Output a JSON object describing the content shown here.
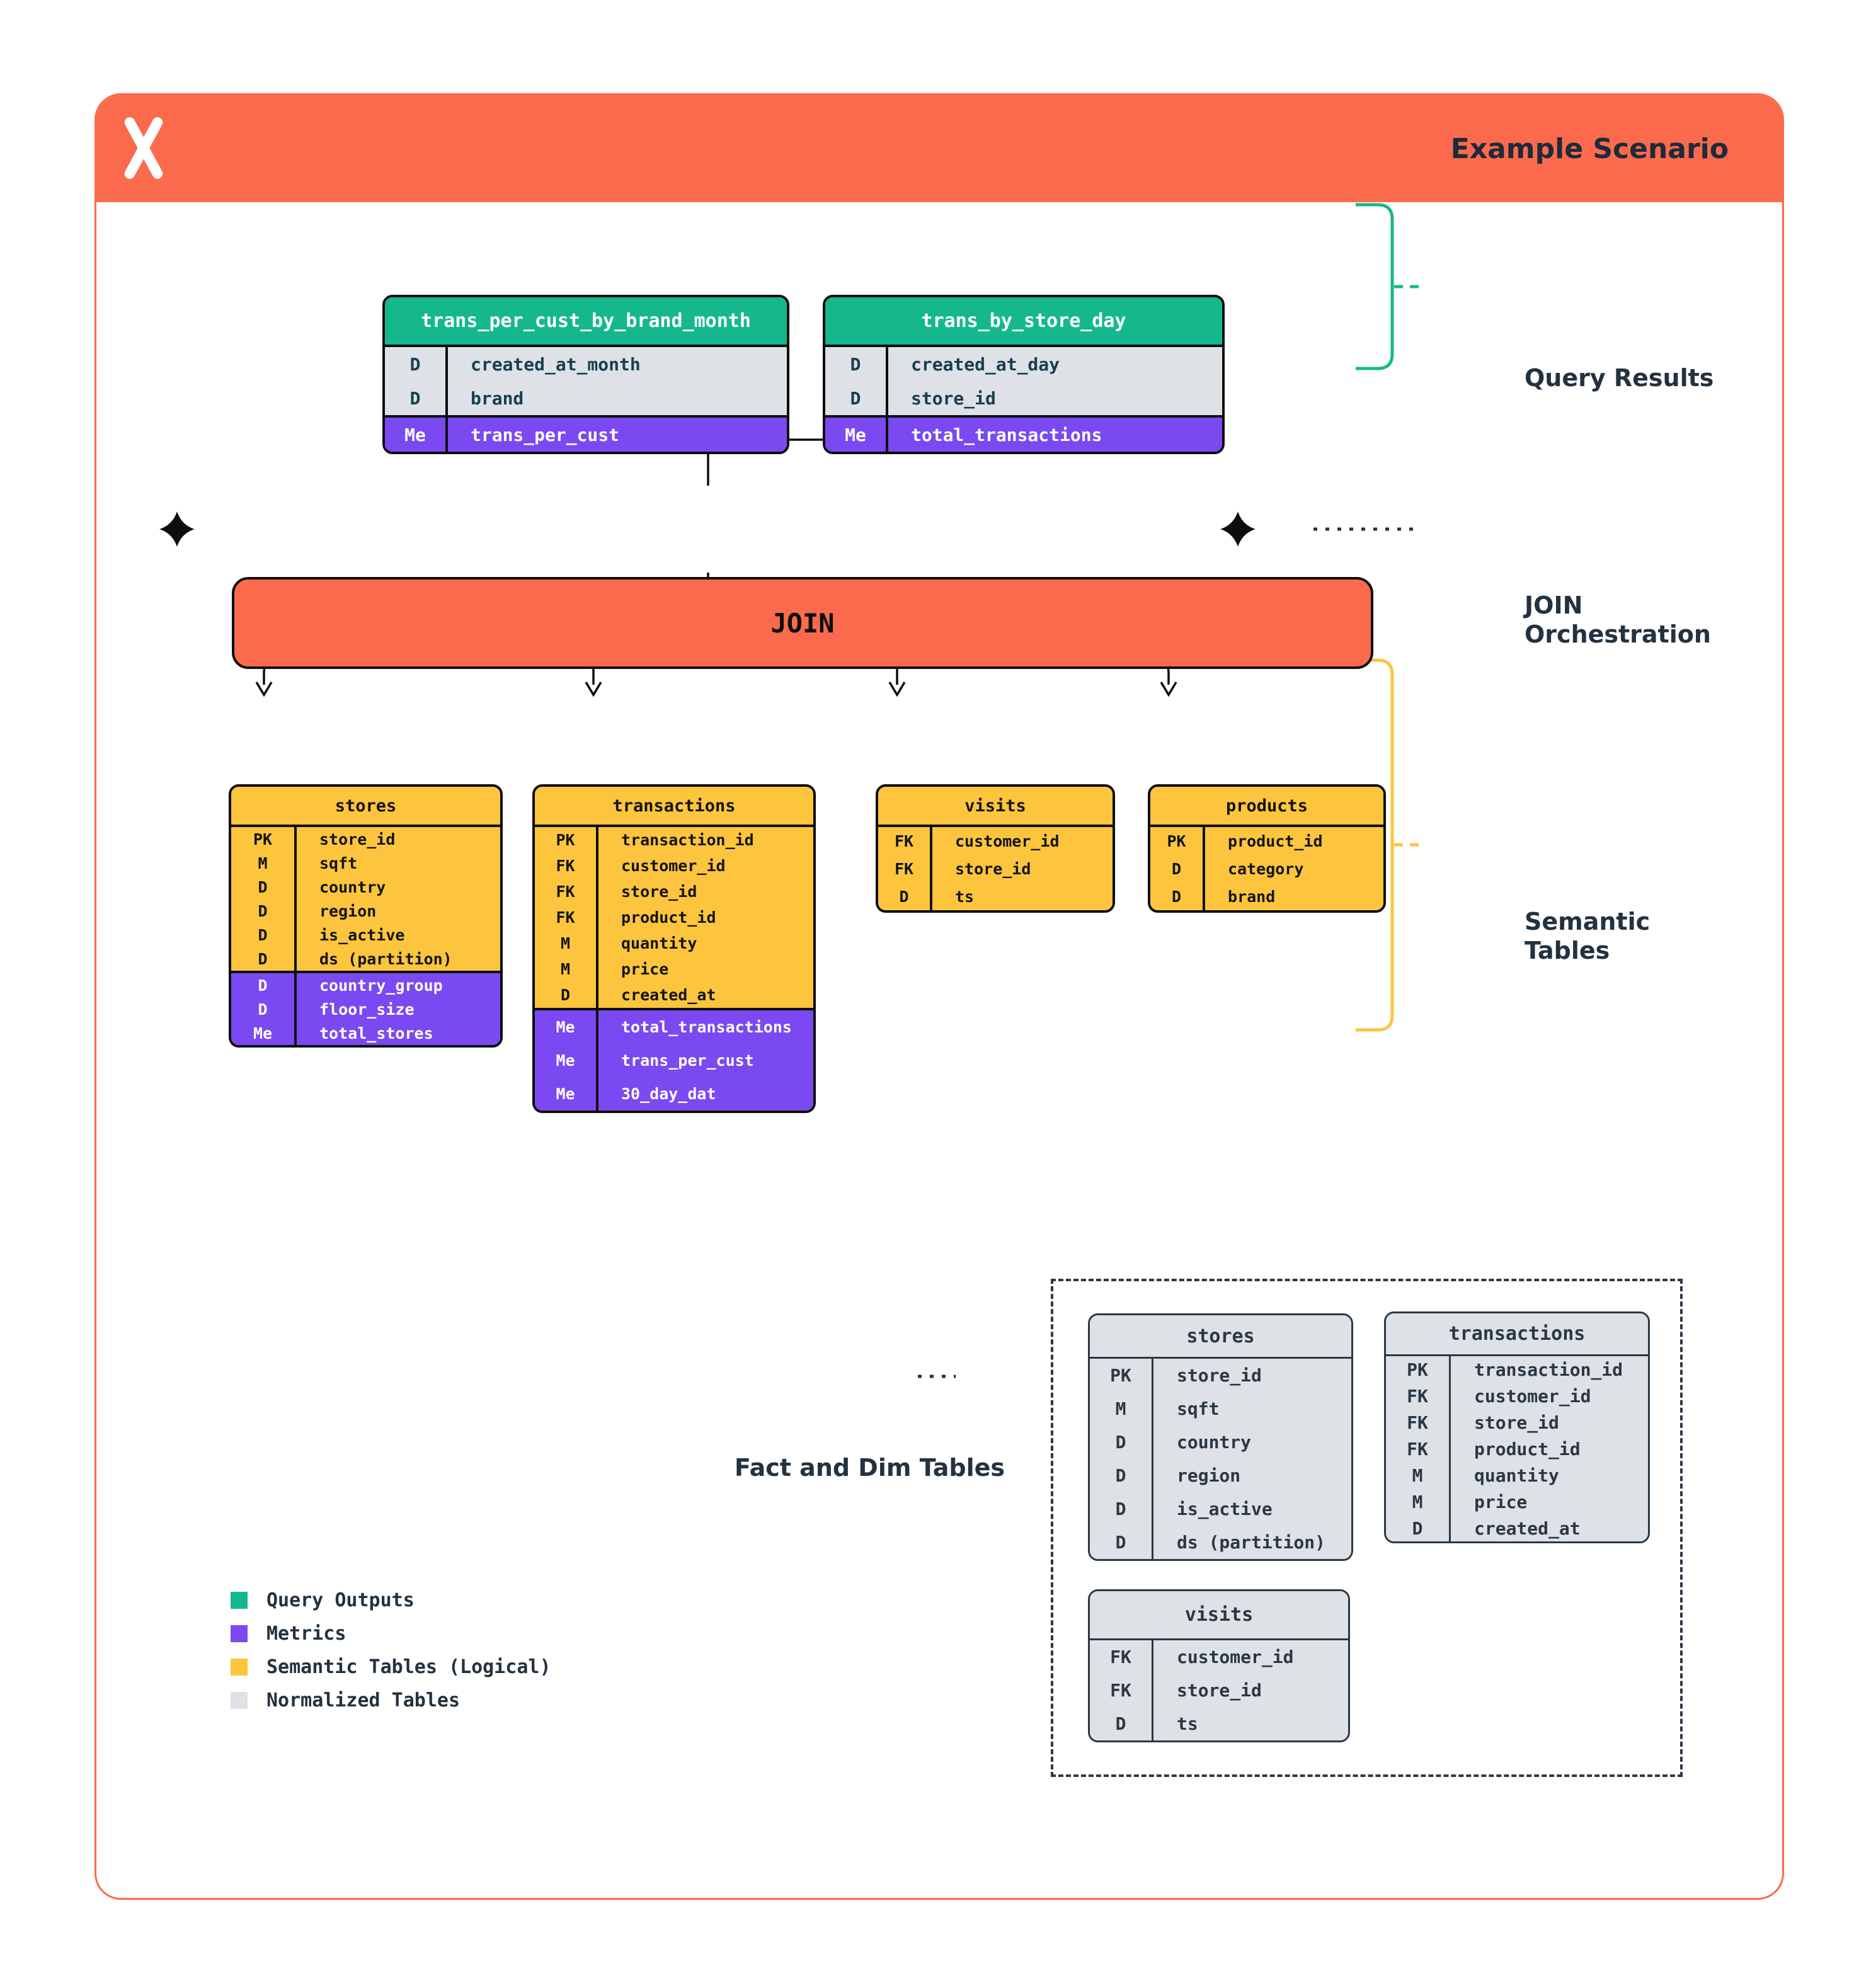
{
  "header": {
    "title": "Example Scenario"
  },
  "join_bar": {
    "label": "JOIN"
  },
  "annotations": {
    "query_results": "Query Results",
    "join_orchestration": [
      "JOIN",
      "Orchestration"
    ],
    "semantic_tables": [
      "Semantic",
      "Tables"
    ],
    "fact_and_dim": "Fact and Dim Tables"
  },
  "colors": {
    "orange": "#FB6A4D",
    "green": "#15B88C",
    "purple": "#7A49F2",
    "yellow": "#FCC53D",
    "gray": "#DEE1E5",
    "line": "#0D0D0D",
    "text": "#233240"
  },
  "tables": {
    "trans_per_cust_by_brand_month": {
      "title": "trans_per_cust_by_brand_month",
      "header_style": "green",
      "sections": [
        {
          "style": "gray",
          "rows": [
            {
              "key": "D",
              "name": "created_at_month"
            },
            {
              "key": "D",
              "name": "brand"
            }
          ]
        },
        {
          "style": "purple",
          "rows": [
            {
              "key": "Me",
              "name": "trans_per_cust"
            }
          ]
        }
      ]
    },
    "trans_by_store_day": {
      "title": "trans_by_store_day",
      "header_style": "green",
      "sections": [
        {
          "style": "gray",
          "rows": [
            {
              "key": "D",
              "name": "created_at_day"
            },
            {
              "key": "D",
              "name": "store_id"
            }
          ]
        },
        {
          "style": "purple",
          "rows": [
            {
              "key": "Me",
              "name": "total_transactions"
            }
          ]
        }
      ]
    },
    "stores_semantic": {
      "title": "stores",
      "header_style": "yellow",
      "sections": [
        {
          "style": "yellow",
          "rows": [
            {
              "key": "PK",
              "name": "store_id"
            },
            {
              "key": "M",
              "name": "sqft"
            },
            {
              "key": "D",
              "name": "country"
            },
            {
              "key": "D",
              "name": "region"
            },
            {
              "key": "D",
              "name": "is_active"
            },
            {
              "key": "D",
              "name": "ds (partition)"
            }
          ]
        },
        {
          "style": "purple",
          "rows": [
            {
              "key": "D",
              "name": "country_group"
            },
            {
              "key": "D",
              "name": "floor_size"
            },
            {
              "key": "Me",
              "name": "total_stores"
            }
          ]
        }
      ]
    },
    "transactions_semantic": {
      "title": "transactions",
      "header_style": "yellow",
      "sections": [
        {
          "style": "yellow",
          "rows": [
            {
              "key": "PK",
              "name": "transaction_id"
            },
            {
              "key": "FK",
              "name": "customer_id"
            },
            {
              "key": "FK",
              "name": "store_id"
            },
            {
              "key": "FK",
              "name": "product_id"
            },
            {
              "key": "M",
              "name": "quantity"
            },
            {
              "key": "M",
              "name": "price"
            },
            {
              "key": "D",
              "name": "created_at"
            }
          ]
        },
        {
          "style": "purple",
          "rows": [
            {
              "key": "Me",
              "name": "total_transactions"
            },
            {
              "key": "Me",
              "name": "trans_per_cust"
            },
            {
              "key": "Me",
              "name": "30_day_dat"
            }
          ]
        }
      ]
    },
    "visits_semantic": {
      "title": "visits",
      "header_style": "yellow",
      "sections": [
        {
          "style": "yellow",
          "rows": [
            {
              "key": "FK",
              "name": "customer_id"
            },
            {
              "key": "FK",
              "name": "store_id"
            },
            {
              "key": "D",
              "name": "ts"
            }
          ]
        }
      ]
    },
    "products_semantic": {
      "title": "products",
      "header_style": "yellow",
      "sections": [
        {
          "style": "yellow",
          "rows": [
            {
              "key": "PK",
              "name": "product_id"
            },
            {
              "key": "D",
              "name": "category"
            },
            {
              "key": "D",
              "name": "brand"
            }
          ]
        }
      ]
    },
    "stores_normalized": {
      "title": "stores",
      "header_style": "gray",
      "sections": [
        {
          "style": "gray",
          "rows": [
            {
              "key": "PK",
              "name": "store_id"
            },
            {
              "key": "M",
              "name": "sqft"
            },
            {
              "key": "D",
              "name": "country"
            },
            {
              "key": "D",
              "name": "region"
            },
            {
              "key": "D",
              "name": "is_active"
            },
            {
              "key": "D",
              "name": "ds (partition)"
            }
          ]
        }
      ]
    },
    "transactions_normalized": {
      "title": "transactions",
      "header_style": "gray",
      "sections": [
        {
          "style": "gray",
          "rows": [
            {
              "key": "PK",
              "name": "transaction_id"
            },
            {
              "key": "FK",
              "name": "customer_id"
            },
            {
              "key": "FK",
              "name": "store_id"
            },
            {
              "key": "FK",
              "name": "product_id"
            },
            {
              "key": "M",
              "name": "quantity"
            },
            {
              "key": "M",
              "name": "price"
            },
            {
              "key": "D",
              "name": "created_at"
            }
          ]
        }
      ]
    },
    "visits_normalized": {
      "title": "visits",
      "header_style": "gray",
      "sections": [
        {
          "style": "gray",
          "rows": [
            {
              "key": "FK",
              "name": "customer_id"
            },
            {
              "key": "FK",
              "name": "store_id"
            },
            {
              "key": "D",
              "name": "ts"
            }
          ]
        }
      ]
    }
  },
  "legend": {
    "items": [
      {
        "label": "Query Outputs",
        "swatch": "green"
      },
      {
        "label": "Metrics",
        "swatch": "purple"
      },
      {
        "label": "Semantic Tables (Logical)",
        "swatch": "yellow"
      },
      {
        "label": "Normalized Tables",
        "swatch": "gray"
      }
    ]
  }
}
